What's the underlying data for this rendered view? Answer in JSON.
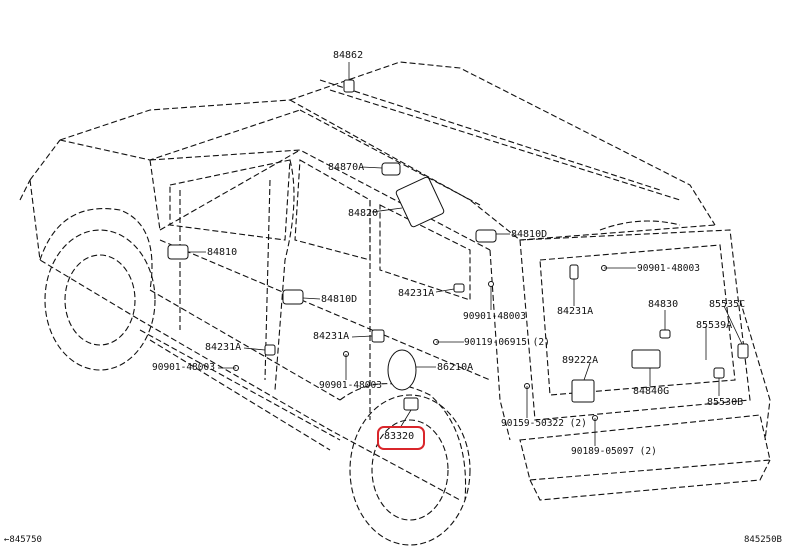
{
  "labels": {
    "p84862": "84862",
    "p84870a": "84870A",
    "p84820": "84820",
    "p84810d_top": "84810D",
    "p84810": "84810",
    "p84810d_left": "84810D",
    "p84231a_center": "84231A",
    "p90901_center": "90901-48003",
    "p84231a_mid": "84231A",
    "p90119": "90119-06915 (2)",
    "p84231a_left": "84231A",
    "p90901_left": "90901-48003",
    "p86210a": "86210A",
    "p90901_mid": "90901-48003",
    "p90901_right": "90901-48003",
    "p84231a_right": "84231A",
    "p84830": "84830",
    "p85535c": "85535C",
    "p85539a": "85539A",
    "p89222a": "89222A",
    "p84840g": "84840G",
    "p85530b": "85530B",
    "p90159": "90159-50322 (2)",
    "p83320": "83320",
    "p90189": "90189-05097 (2)"
  },
  "corner": {
    "bottom_left": "←845750",
    "bottom_right": "845250B"
  },
  "colors": {
    "line": "#111111",
    "highlight": "#d9262b",
    "background": "#ffffff"
  }
}
